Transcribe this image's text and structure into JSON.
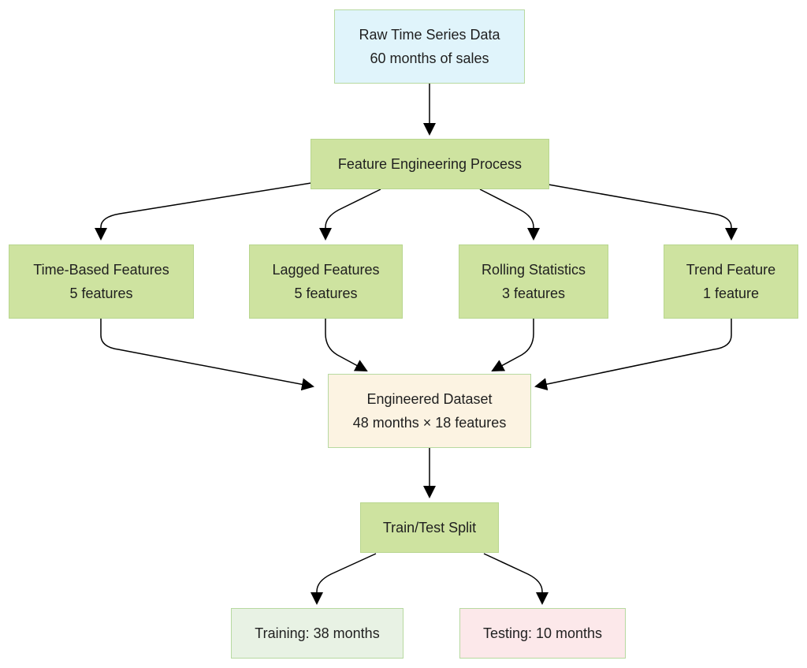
{
  "nodes": {
    "raw": {
      "line1": "Raw Time Series Data",
      "line2": "60 months of sales"
    },
    "process": {
      "line1": "Feature Engineering Process"
    },
    "time_based": {
      "line1": "Time-Based Features",
      "line2": "5 features"
    },
    "lagged": {
      "line1": "Lagged Features",
      "line2": "5 features"
    },
    "rolling": {
      "line1": "Rolling Statistics",
      "line2": "3 features"
    },
    "trend": {
      "line1": "Trend Feature",
      "line2": "1 feature"
    },
    "dataset": {
      "line1": "Engineered Dataset",
      "line2": "48 months × 18 features"
    },
    "split": {
      "line1": "Train/Test Split"
    },
    "training": {
      "line1": "Training: 38 months"
    },
    "testing": {
      "line1": "Testing: 10 months"
    }
  },
  "colors": {
    "process_fill": "#cee3a0",
    "raw_fill": "#e0f4fb",
    "dataset_fill": "#fcf3e2",
    "training_fill": "#e8f2e4",
    "testing_fill": "#fce8ea",
    "edge": "#000000"
  }
}
